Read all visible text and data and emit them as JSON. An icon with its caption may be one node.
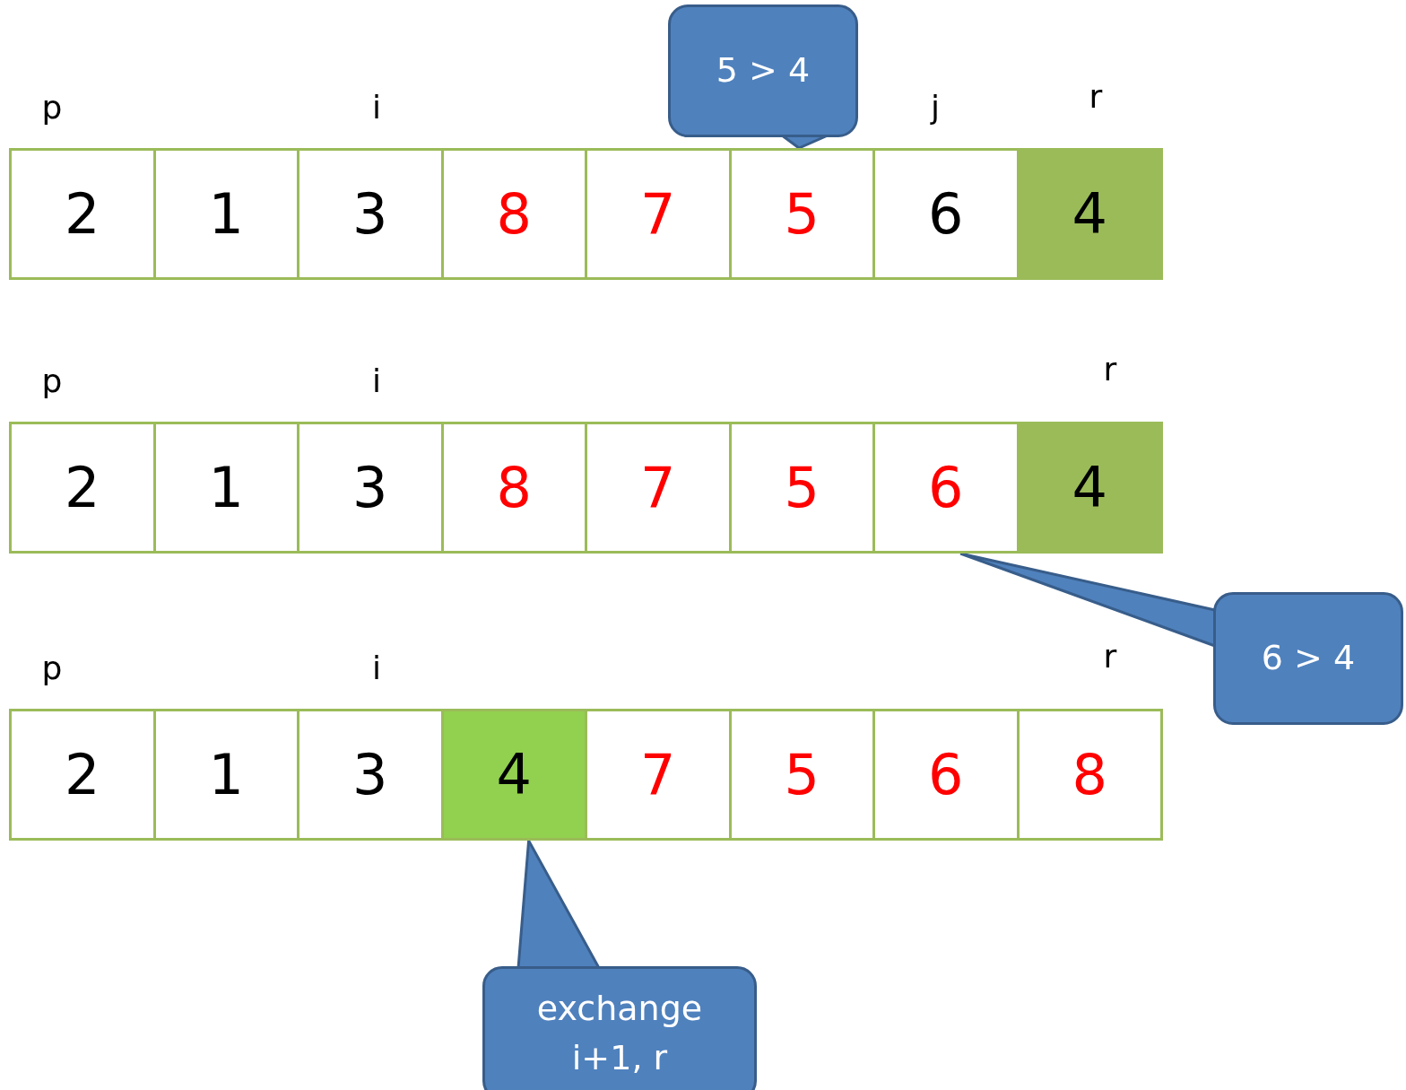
{
  "diagram": {
    "nodes": [
      {
        "text": [
          "5 > 4"
        ]
      },
      {
        "text": [
          "2"
        ]
      },
      {
        "text": [
          "1"
        ]
      },
      {
        "text": [
          "3"
        ]
      },
      {
        "text": [
          "8"
        ]
      },
      {
        "text": [
          "7"
        ]
      },
      {
        "text": [
          "5"
        ]
      },
      {
        "text": [
          "6"
        ]
      },
      {
        "text": [
          "4"
        ]
      },
      {
        "text": [
          "2"
        ]
      },
      {
        "text": [
          "1"
        ]
      },
      {
        "text": [
          "3"
        ]
      },
      {
        "text": [
          "8"
        ]
      },
      {
        "text": [
          "7"
        ]
      },
      {
        "text": [
          "5"
        ]
      },
      {
        "text": [
          "6"
        ]
      },
      {
        "text": [
          "4"
        ]
      },
      {
        "text": [
          "6 > 4"
        ]
      },
      {
        "text": [
          "2"
        ]
      },
      {
        "text": [
          "1"
        ]
      },
      {
        "text": [
          "3"
        ]
      },
      {
        "text": [
          "4"
        ]
      },
      {
        "text": [
          "7"
        ]
      },
      {
        "text": [
          "5"
        ]
      },
      {
        "text": [
          "6"
        ]
      },
      {
        "text": [
          "8"
        ]
      },
      {
        "text": [
          "exchange i+1, r"
        ]
      }
    ],
    "edges": [
      {
        "from": 0,
        "to": 6,
        "arrow": "to"
      },
      {
        "from": 17,
        "to": 15,
        "arrow": "to"
      },
      {
        "from": 26,
        "to": 21,
        "arrow": "to"
      }
    ],
    "labels": [
      "p",
      "i",
      "j",
      "r",
      "p",
      "i",
      "r",
      "p",
      "i",
      "r"
    ]
  }
}
